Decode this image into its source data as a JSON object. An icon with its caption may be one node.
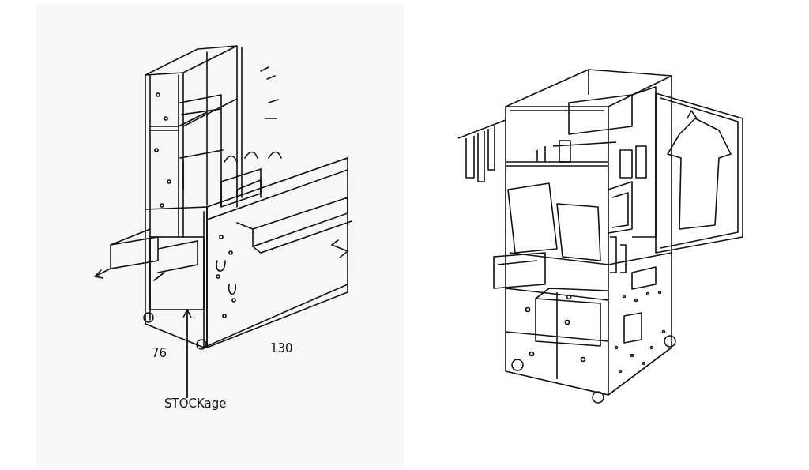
{
  "diagram": {
    "nodes": [
      {
        "text": [
          "STOCKage"
        ]
      },
      {
        "text": [],
        "shape": "box"
      }
    ],
    "edges": [
      {
        "from": 0,
        "to": 1,
        "arrow": "to"
      }
    ],
    "labels": [
      "76",
      "130"
    ]
  }
}
